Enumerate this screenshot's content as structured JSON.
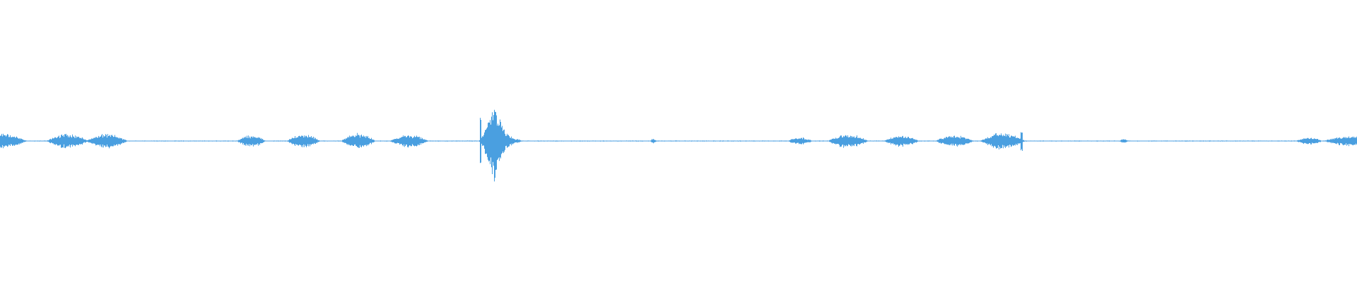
{
  "waveform": {
    "color": "#4a9fe0",
    "background": "#ffffff",
    "segments": [
      {
        "start": 0.0,
        "end": 0.02,
        "peak": 0.06,
        "shape": "edge-in"
      },
      {
        "start": 0.034,
        "end": 0.065,
        "peak": 0.06,
        "shape": "burst"
      },
      {
        "start": 0.063,
        "end": 0.094,
        "peak": 0.055,
        "shape": "burst"
      },
      {
        "start": 0.174,
        "end": 0.196,
        "peak": 0.048,
        "shape": "burst"
      },
      {
        "start": 0.211,
        "end": 0.236,
        "peak": 0.055,
        "shape": "burst"
      },
      {
        "start": 0.251,
        "end": 0.277,
        "peak": 0.06,
        "shape": "burst"
      },
      {
        "start": 0.287,
        "end": 0.316,
        "peak": 0.05,
        "shape": "burst"
      },
      {
        "start": 0.352,
        "end": 0.384,
        "peak": 0.33,
        "shape": "impulse"
      },
      {
        "start": 0.479,
        "end": 0.484,
        "peak": 0.02,
        "shape": "burst"
      },
      {
        "start": 0.58,
        "end": 0.599,
        "peak": 0.03,
        "shape": "burst"
      },
      {
        "start": 0.61,
        "end": 0.64,
        "peak": 0.055,
        "shape": "burst"
      },
      {
        "start": 0.651,
        "end": 0.678,
        "peak": 0.045,
        "shape": "burst"
      },
      {
        "start": 0.689,
        "end": 0.718,
        "peak": 0.045,
        "shape": "burst"
      },
      {
        "start": 0.722,
        "end": 0.756,
        "peak": 0.065,
        "shape": "burst"
      },
      {
        "start": 0.825,
        "end": 0.832,
        "peak": 0.018,
        "shape": "burst"
      },
      {
        "start": 0.955,
        "end": 0.975,
        "peak": 0.03,
        "shape": "burst"
      },
      {
        "start": 0.975,
        "end": 1.0,
        "peak": 0.045,
        "shape": "edge-out"
      }
    ],
    "spikes": [
      {
        "pos": 0.354,
        "peak": 0.18
      },
      {
        "pos": 0.753,
        "peak": 0.07
      }
    ],
    "noise_floor": 0.004
  }
}
